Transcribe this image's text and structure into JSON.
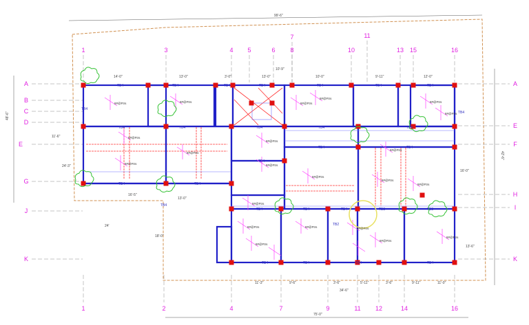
{
  "overall_dimensions": {
    "top": "99'-6\"",
    "bottom": "75'-0\"",
    "left": "48'-6\"",
    "right": "42'-6\""
  },
  "grid_columns_top": [
    "1",
    "3",
    "4",
    "5",
    "6",
    "7",
    "8",
    "10",
    "11",
    "13",
    "15",
    "16"
  ],
  "grid_columns_bottom": [
    "1",
    "2",
    "4",
    "7",
    "9",
    "11",
    "12",
    "14",
    "16"
  ],
  "grid_rows_left": [
    "A",
    "B",
    "C",
    "D",
    "E",
    "G",
    "J",
    "K"
  ],
  "grid_rows_right": [
    "A",
    "E",
    "F",
    "H",
    "I",
    "K"
  ],
  "beam_labels": [
    "TB4",
    "TB4",
    "TB4",
    "TB4",
    "TB4",
    "TB4",
    "TB4",
    "TB4",
    "TB4",
    "TB4",
    "TB4",
    "TB4",
    "TB4",
    "TB4",
    "TB4",
    "TB4",
    "TB4",
    "TB4",
    "TB4",
    "TB4",
    "TB3",
    "TB3",
    "TB4",
    "TB4",
    "TB4",
    "TB4",
    "TB2",
    "TB4",
    "TB4",
    "TB4"
  ],
  "bar_labels": [
    "8#@Ftrs",
    "8#@Ftrs",
    "8#@Ftrs",
    "8#@Ftrs",
    "8#@Ftrs",
    "8#@Ftrs",
    "8#@Ftrs",
    "8#@Ftrs",
    "8#@Ftrs",
    "8#@Ftrs",
    "8#@Ftrs",
    "8#@Ftrs",
    "8#@Ftrs",
    "8#@Ftrs",
    "8#@Ftrs",
    "8#@Ftrs",
    "8#@Ftrs",
    "8#@Ftrs",
    "8#@Ftrs",
    "8#@Ftrs",
    "8#@Ftrs",
    "8#@Ftrs"
  ],
  "dimension_labels": [
    "14'-0\"",
    "13'-0\"",
    "3'-0\"",
    "13'-0\"",
    "10'-0\"",
    "9'-11\"",
    "12'-0\"",
    "10'-9\"",
    "16'-5\"",
    "24'",
    "18'-0\"",
    "13'-0\"",
    "11'-3\"",
    "9'-6\"",
    "3'-6\"",
    "5'-11\"",
    "3'-6\"",
    "9'-11\"",
    "11'-0\"",
    "34'-6\"",
    "16'-0\"",
    "24'-3\"",
    "13'-6\"",
    "11'-6\""
  ],
  "colors": {
    "grid": "#e020e0",
    "beam": "#2020c8",
    "column": "#e01010",
    "rebar": "#ff40ff",
    "hatch": "#ff3030",
    "tree": "#30c030",
    "boundary": "#d09050"
  }
}
